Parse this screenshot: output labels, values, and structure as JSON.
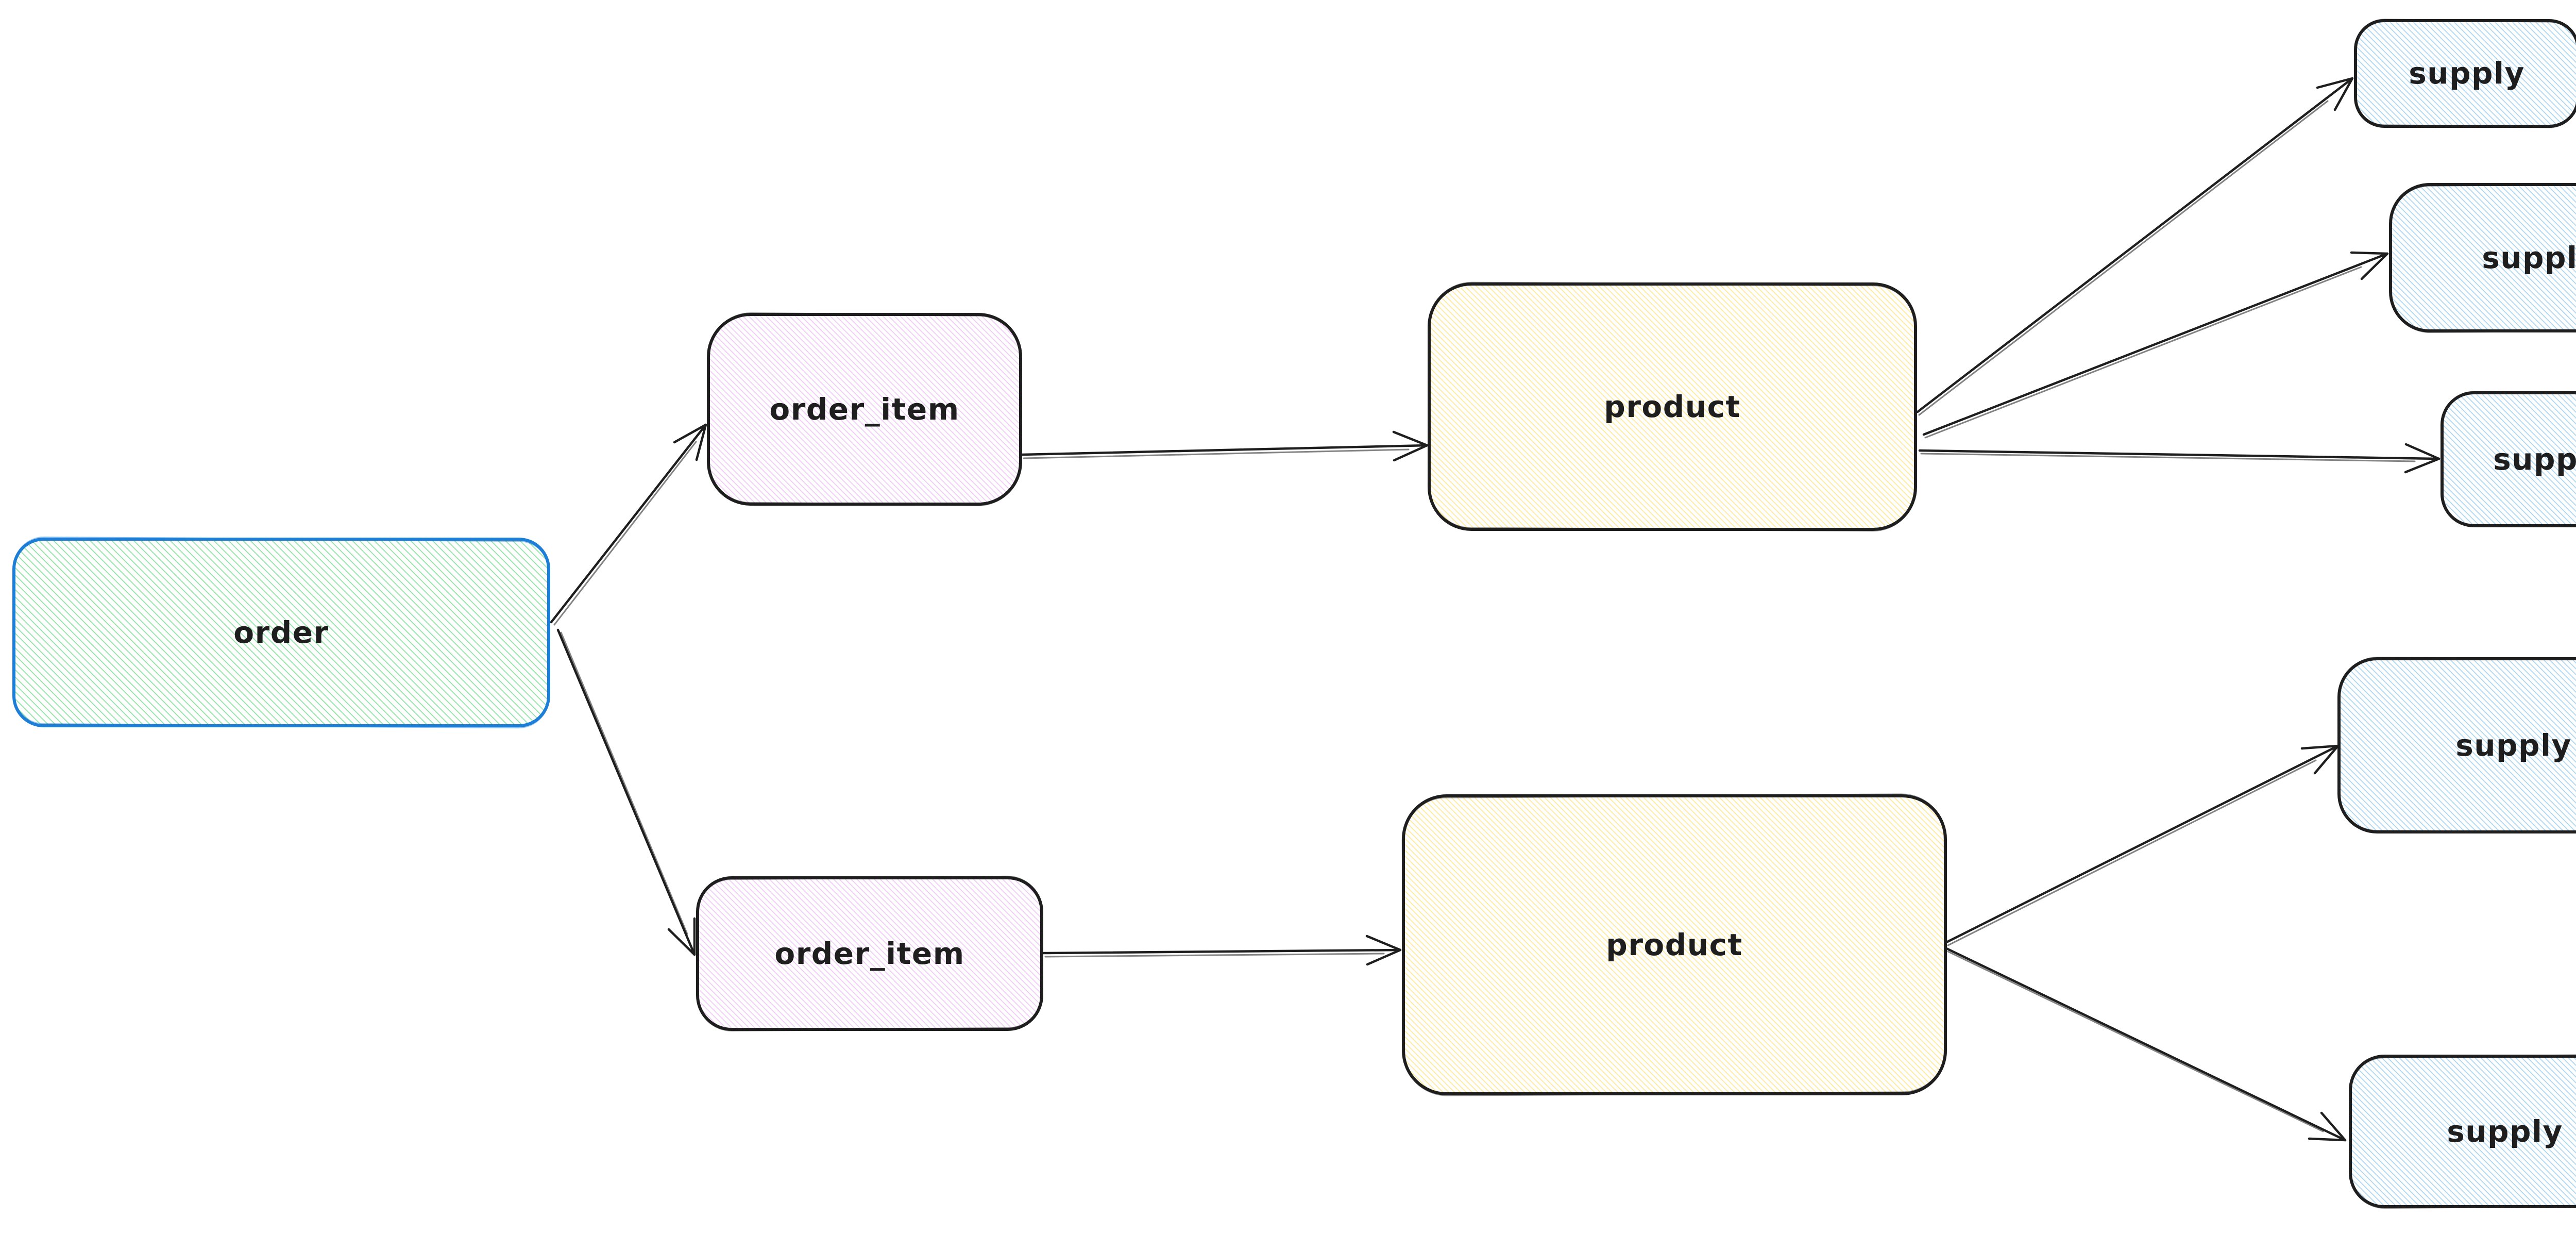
{
  "diagram": {
    "type": "flow-diagram",
    "background_color": "#ffffff",
    "edge_color": "#1e1e1e",
    "fill_style": "hachure",
    "nodes": [
      {
        "id": "order",
        "label": "order",
        "fill_color": "#8fe3a4",
        "border_color": "#1c7ed6"
      },
      {
        "id": "order_item_1",
        "label": "order_item",
        "fill_color": "#f0c8f7",
        "border_color": "#1e1e1e"
      },
      {
        "id": "order_item_2",
        "label": "order_item",
        "fill_color": "#f0c8f7",
        "border_color": "#1e1e1e"
      },
      {
        "id": "product_1",
        "label": "product",
        "fill_color": "#ffe897",
        "border_color": "#1e1e1e"
      },
      {
        "id": "product_2",
        "label": "product",
        "fill_color": "#ffe897",
        "border_color": "#1e1e1e"
      },
      {
        "id": "supply_1",
        "label": "supply",
        "fill_color": "#a8d4f2",
        "border_color": "#1e1e1e"
      },
      {
        "id": "supply_2",
        "label": "supply",
        "fill_color": "#a8d4f2",
        "border_color": "#1e1e1e"
      },
      {
        "id": "supply_3",
        "label": "supply",
        "fill_color": "#a8d4f2",
        "border_color": "#1e1e1e"
      },
      {
        "id": "supply_4",
        "label": "supply",
        "fill_color": "#a8d4f2",
        "border_color": "#1e1e1e"
      },
      {
        "id": "supply_5",
        "label": "supply",
        "fill_color": "#a8d4f2",
        "border_color": "#1e1e1e"
      }
    ],
    "edges": [
      {
        "from": "order",
        "to": "order_item_1"
      },
      {
        "from": "order",
        "to": "order_item_2"
      },
      {
        "from": "order_item_1",
        "to": "product_1"
      },
      {
        "from": "order_item_2",
        "to": "product_2"
      },
      {
        "from": "product_1",
        "to": "supply_1"
      },
      {
        "from": "product_1",
        "to": "supply_2"
      },
      {
        "from": "product_1",
        "to": "supply_3"
      },
      {
        "from": "product_2",
        "to": "supply_4"
      },
      {
        "from": "product_2",
        "to": "supply_5"
      }
    ]
  }
}
